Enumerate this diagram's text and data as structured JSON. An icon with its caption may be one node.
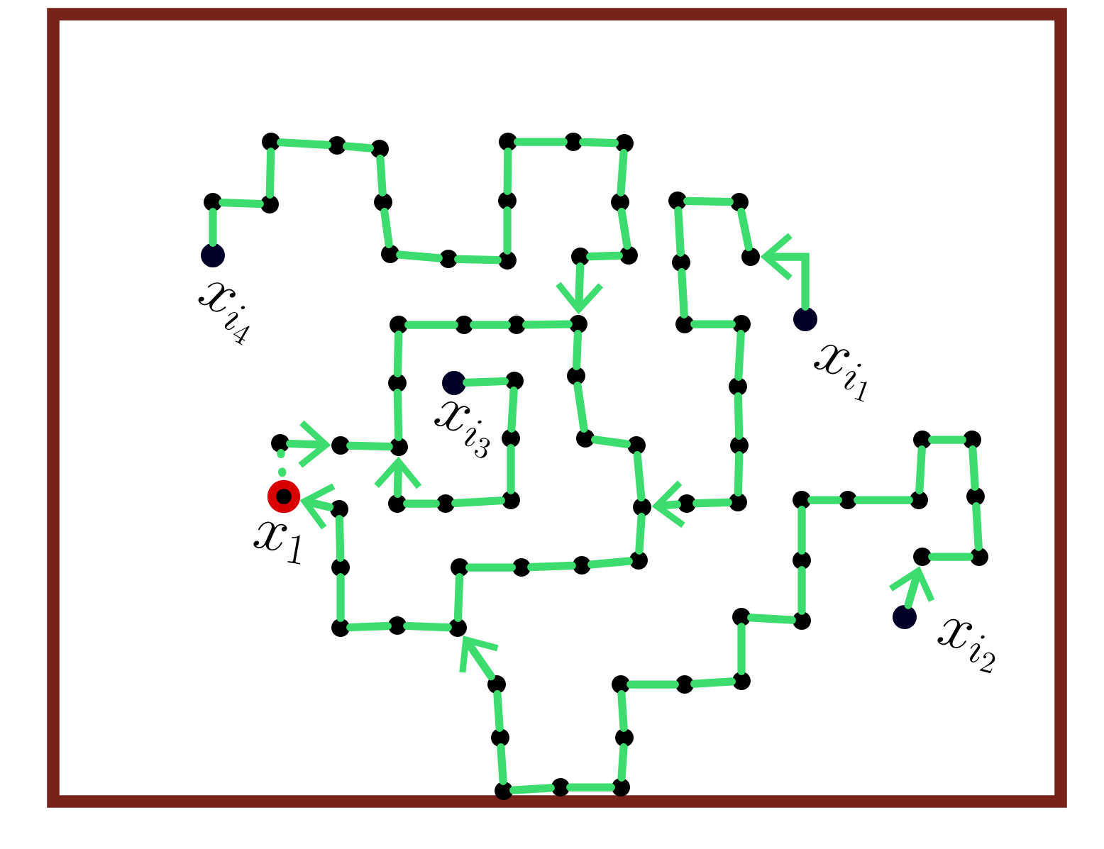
{
  "diagram": {
    "nodes": [
      {
        "text": [],
        "shape": "circle",
        "beside": [
          "x_{i_4}"
        ]
      },
      {
        "text": [],
        "shape": "circle"
      },
      {
        "text": [],
        "shape": "circle"
      },
      {
        "text": [],
        "shape": "circle"
      },
      {
        "text": [],
        "shape": "circle"
      },
      {
        "text": [],
        "shape": "circle"
      },
      {
        "text": [],
        "shape": "circle"
      },
      {
        "text": [],
        "shape": "circle"
      },
      {
        "text": [],
        "shape": "circle"
      },
      {
        "text": [],
        "shape": "circle"
      },
      {
        "text": [],
        "shape": "circle"
      },
      {
        "text": [],
        "shape": "circle"
      },
      {
        "text": [],
        "shape": "circle"
      },
      {
        "text": [],
        "shape": "circle"
      },
      {
        "text": [],
        "shape": "circle"
      },
      {
        "text": [],
        "shape": "circle"
      },
      {
        "text": [],
        "shape": "circle"
      },
      {
        "text": [],
        "shape": "circle"
      },
      {
        "text": [],
        "shape": "circle"
      },
      {
        "text": [],
        "shape": "circle"
      },
      {
        "text": [],
        "shape": "circle"
      },
      {
        "text": [],
        "shape": "circle"
      },
      {
        "text": [],
        "shape": "circle"
      },
      {
        "text": [],
        "shape": "circle",
        "beside": [
          "x_{i_1}"
        ]
      },
      {
        "text": [],
        "shape": "circle"
      },
      {
        "text": [],
        "shape": "circle"
      },
      {
        "text": [],
        "shape": "circle"
      },
      {
        "text": [],
        "shape": "circle"
      },
      {
        "text": [],
        "shape": "circle"
      },
      {
        "text": [],
        "shape": "circle"
      },
      {
        "text": [],
        "shape": "circle"
      },
      {
        "text": [],
        "shape": "circle"
      },
      {
        "text": [],
        "shape": "circle"
      },
      {
        "text": [],
        "shape": "circle"
      },
      {
        "text": [],
        "shape": "circle"
      },
      {
        "text": [],
        "shape": "circle"
      },
      {
        "text": [],
        "shape": "circle"
      },
      {
        "text": [],
        "shape": "circle"
      },
      {
        "text": [],
        "shape": "circle"
      },
      {
        "text": [],
        "shape": "circle"
      },
      {
        "text": [],
        "shape": "circle"
      },
      {
        "text": [],
        "shape": "circle"
      },
      {
        "text": [],
        "shape": "circle"
      },
      {
        "text": [],
        "shape": "circle",
        "beside": [
          "x_{i_3}"
        ]
      },
      {
        "text": [],
        "shape": "circle"
      },
      {
        "text": [],
        "shape": "circle"
      },
      {
        "text": [],
        "shape": "circle"
      },
      {
        "text": [],
        "shape": "circle"
      },
      {
        "text": [],
        "shape": "circle"
      },
      {
        "text": [],
        "shape": "circle"
      },
      {
        "text": [],
        "shape": "circle"
      },
      {
        "text": [],
        "shape": "circle",
        "beside": [
          "x_1"
        ]
      },
      {
        "text": [],
        "shape": "circle"
      },
      {
        "text": [],
        "shape": "circle"
      },
      {
        "text": [],
        "shape": "circle"
      },
      {
        "text": [],
        "shape": "circle"
      },
      {
        "text": [],
        "shape": "circle"
      },
      {
        "text": [],
        "shape": "circle"
      },
      {
        "text": [],
        "shape": "circle"
      },
      {
        "text": [],
        "shape": "circle"
      },
      {
        "text": [],
        "shape": "circle"
      },
      {
        "text": [],
        "shape": "circle"
      },
      {
        "text": [],
        "shape": "circle"
      },
      {
        "text": [],
        "shape": "circle"
      },
      {
        "text": [],
        "shape": "circle"
      },
      {
        "text": [],
        "shape": "circle"
      },
      {
        "text": [],
        "shape": "circle"
      },
      {
        "text": [],
        "shape": "circle"
      },
      {
        "text": [],
        "shape": "circle"
      },
      {
        "text": [],
        "shape": "circle"
      },
      {
        "text": [],
        "shape": "circle"
      },
      {
        "text": [],
        "shape": "circle"
      },
      {
        "text": [],
        "shape": "circle"
      },
      {
        "text": [],
        "shape": "circle"
      },
      {
        "text": [],
        "shape": "circle"
      },
      {
        "text": [],
        "shape": "circle"
      },
      {
        "text": [],
        "shape": "circle",
        "beside": [
          "x_{i_2}"
        ]
      }
    ],
    "edges": [
      {
        "from": 0,
        "to": 1,
        "arrow": "none"
      },
      {
        "from": 1,
        "to": 2,
        "arrow": "none"
      },
      {
        "from": 2,
        "to": 3,
        "arrow": "none"
      },
      {
        "from": 3,
        "to": 4,
        "arrow": "none"
      },
      {
        "from": 4,
        "to": 5,
        "arrow": "none"
      },
      {
        "from": 5,
        "to": 6,
        "arrow": "none"
      },
      {
        "from": 6,
        "to": 7,
        "arrow": "none"
      },
      {
        "from": 7,
        "to": 8,
        "arrow": "none"
      },
      {
        "from": 8,
        "to": 9,
        "arrow": "none"
      },
      {
        "from": 9,
        "to": 10,
        "arrow": "none"
      },
      {
        "from": 10,
        "to": 11,
        "arrow": "none"
      },
      {
        "from": 11,
        "to": 12,
        "arrow": "none"
      },
      {
        "from": 12,
        "to": 13,
        "arrow": "none"
      },
      {
        "from": 13,
        "to": 14,
        "arrow": "none"
      },
      {
        "from": 14,
        "to": 15,
        "arrow": "none"
      },
      {
        "from": 15,
        "to": 16,
        "arrow": "none"
      },
      {
        "from": 16,
        "to": 17,
        "arrow": "to"
      },
      {
        "from": 17,
        "to": 18,
        "arrow": "none"
      },
      {
        "from": 18,
        "to": 19,
        "arrow": "none"
      },
      {
        "from": 19,
        "to": 20,
        "arrow": "none"
      },
      {
        "from": 20,
        "to": 21,
        "arrow": "none"
      },
      {
        "from": 21,
        "to": 22,
        "arrow": "none"
      },
      {
        "from": 23,
        "to": 24,
        "arrow": "to"
      },
      {
        "from": 24,
        "to": 25,
        "arrow": "none"
      },
      {
        "from": 25,
        "to": 26,
        "arrow": "none"
      },
      {
        "from": 26,
        "to": 27,
        "arrow": "none"
      },
      {
        "from": 27,
        "to": 28,
        "arrow": "none"
      },
      {
        "from": 28,
        "to": 29,
        "arrow": "none"
      },
      {
        "from": 29,
        "to": 30,
        "arrow": "none"
      },
      {
        "from": 30,
        "to": 31,
        "arrow": "none"
      },
      {
        "from": 31,
        "to": 32,
        "arrow": "none"
      },
      {
        "from": 32,
        "to": 33,
        "arrow": "none"
      },
      {
        "from": 33,
        "to": 34,
        "arrow": "to"
      },
      {
        "from": 34,
        "to": 35,
        "arrow": "none"
      },
      {
        "from": 35,
        "to": 36,
        "arrow": "none"
      },
      {
        "from": 36,
        "to": 37,
        "arrow": "none"
      },
      {
        "from": 37,
        "to": 17,
        "arrow": "none"
      },
      {
        "from": 34,
        "to": 38,
        "arrow": "none"
      },
      {
        "from": 38,
        "to": 39,
        "arrow": "none"
      },
      {
        "from": 39,
        "to": 40,
        "arrow": "none"
      },
      {
        "from": 40,
        "to": 41,
        "arrow": "none"
      },
      {
        "from": 41,
        "to": 42,
        "arrow": "none"
      },
      {
        "from": 43,
        "to": 44,
        "arrow": "none"
      },
      {
        "from": 44,
        "to": 45,
        "arrow": "none"
      },
      {
        "from": 45,
        "to": 46,
        "arrow": "none"
      },
      {
        "from": 46,
        "to": 47,
        "arrow": "none"
      },
      {
        "from": 47,
        "to": 48,
        "arrow": "none"
      },
      {
        "from": 48,
        "to": 22,
        "arrow": "to"
      },
      {
        "from": 49,
        "to": 50,
        "arrow": "to"
      },
      {
        "from": 50,
        "to": 22,
        "arrow": "none"
      },
      {
        "from": 49,
        "to": 51,
        "arrow": "none",
        "style": "dashed"
      },
      {
        "from": 52,
        "to": 51,
        "arrow": "to"
      },
      {
        "from": 52,
        "to": 53,
        "arrow": "none"
      },
      {
        "from": 53,
        "to": 54,
        "arrow": "none"
      },
      {
        "from": 54,
        "to": 55,
        "arrow": "none"
      },
      {
        "from": 55,
        "to": 42,
        "arrow": "none"
      },
      {
        "from": 56,
        "to": 42,
        "arrow": "to"
      },
      {
        "from": 56,
        "to": 57,
        "arrow": "none"
      },
      {
        "from": 57,
        "to": 58,
        "arrow": "none"
      },
      {
        "from": 58,
        "to": 59,
        "arrow": "none"
      },
      {
        "from": 59,
        "to": 60,
        "arrow": "none"
      },
      {
        "from": 60,
        "to": 61,
        "arrow": "none"
      },
      {
        "from": 61,
        "to": 62,
        "arrow": "none"
      },
      {
        "from": 62,
        "to": 63,
        "arrow": "none"
      },
      {
        "from": 63,
        "to": 64,
        "arrow": "none"
      },
      {
        "from": 64,
        "to": 65,
        "arrow": "none"
      },
      {
        "from": 65,
        "to": 66,
        "arrow": "none"
      },
      {
        "from": 66,
        "to": 67,
        "arrow": "none"
      },
      {
        "from": 67,
        "to": 68,
        "arrow": "none"
      },
      {
        "from": 68,
        "to": 69,
        "arrow": "none"
      },
      {
        "from": 69,
        "to": 70,
        "arrow": "none"
      },
      {
        "from": 70,
        "to": 71,
        "arrow": "none"
      },
      {
        "from": 71,
        "to": 72,
        "arrow": "none"
      },
      {
        "from": 72,
        "to": 73,
        "arrow": "none"
      },
      {
        "from": 73,
        "to": 74,
        "arrow": "none"
      },
      {
        "from": 74,
        "to": 75,
        "arrow": "none"
      },
      {
        "from": 76,
        "to": 75,
        "arrow": "to"
      }
    ]
  }
}
